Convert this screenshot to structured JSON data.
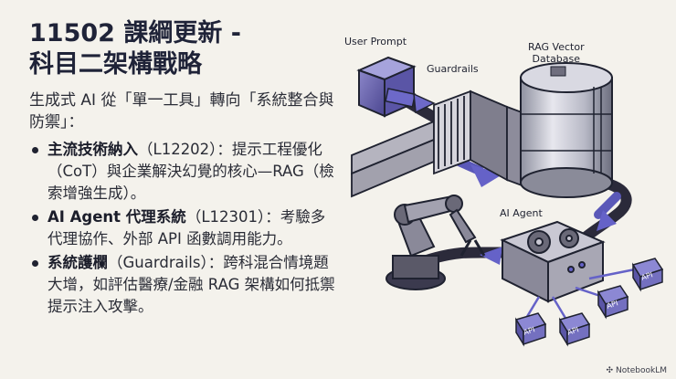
{
  "slide": {
    "title_line1": "11502 課綱更新 -",
    "title_line2": "科目二架構戰略",
    "intro": "生成式 AI 從「單一工具」轉向「系統整合與防禦」：",
    "points": [
      {
        "head": "主流技術納入",
        "body": "（L12202）：提示工程優化（CoT）與企業解決幻覺的核心—RAG（檢索增強生成）。"
      },
      {
        "head": "AI Agent 代理系統",
        "body": "（L12301）：考驗多代理協作、外部 API 函數調用能力。"
      },
      {
        "head": "系統護欄",
        "body": "（Guardrails）：跨科混合情境題大增，如評估醫療/金融 RAG 架構如何抵禦提示注入攻擊。"
      }
    ]
  },
  "diagram": {
    "user_prompt": "User Prompt",
    "guardrails": "Guardrails",
    "rag_line1": "RAG Vector",
    "rag_line2": "Database",
    "agent": "AI Agent",
    "api_labels": [
      "API",
      "API",
      "API",
      "API"
    ]
  },
  "footer": {
    "brand": "NotebookLM"
  }
}
